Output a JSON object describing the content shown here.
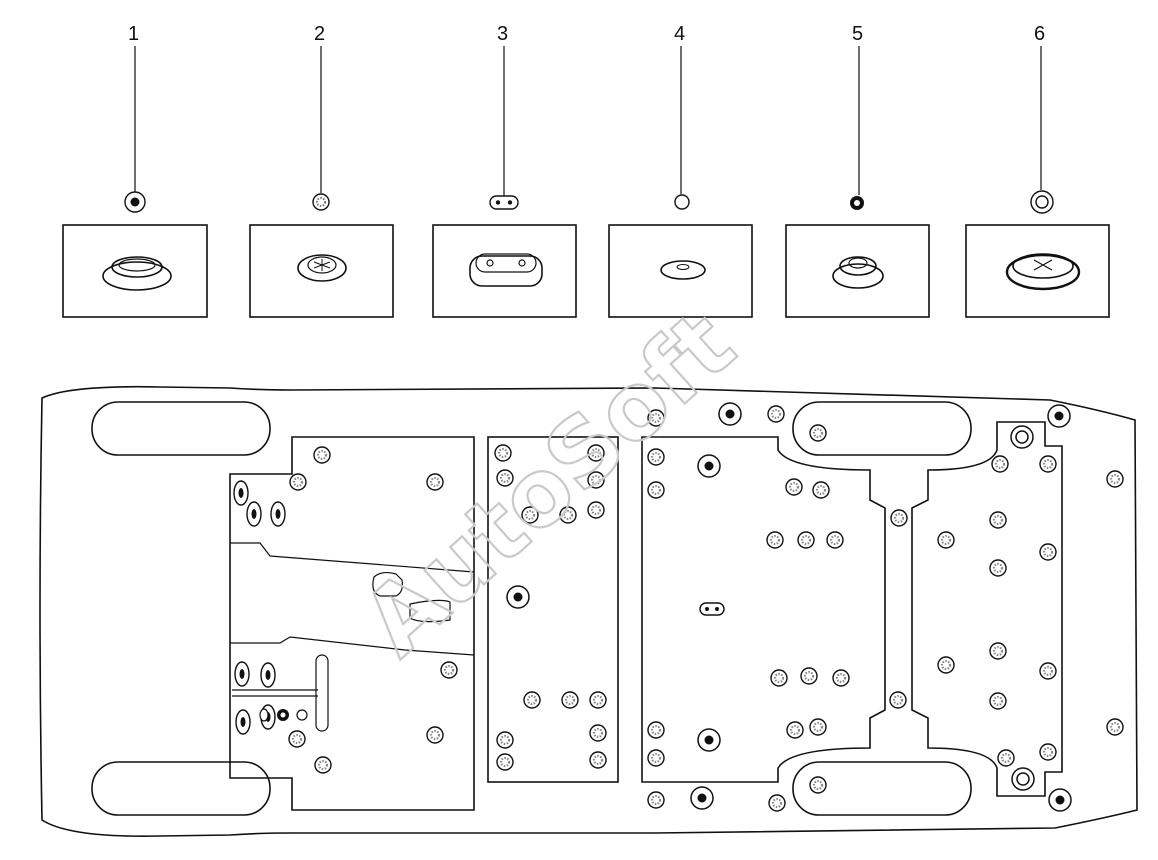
{
  "callouts": [
    {
      "number": "1",
      "part": "grommet-large"
    },
    {
      "number": "2",
      "part": "plug-cross"
    },
    {
      "number": "3",
      "part": "plug-oval"
    },
    {
      "number": "4",
      "part": "plug-flat"
    },
    {
      "number": "5",
      "part": "grommet-small"
    },
    {
      "number": "6",
      "part": "plug-cap-x"
    }
  ],
  "watermark": "AutoSoft",
  "colors": {
    "line": "#111111",
    "watermark": "#c9c9c9",
    "background": "#ffffff"
  }
}
